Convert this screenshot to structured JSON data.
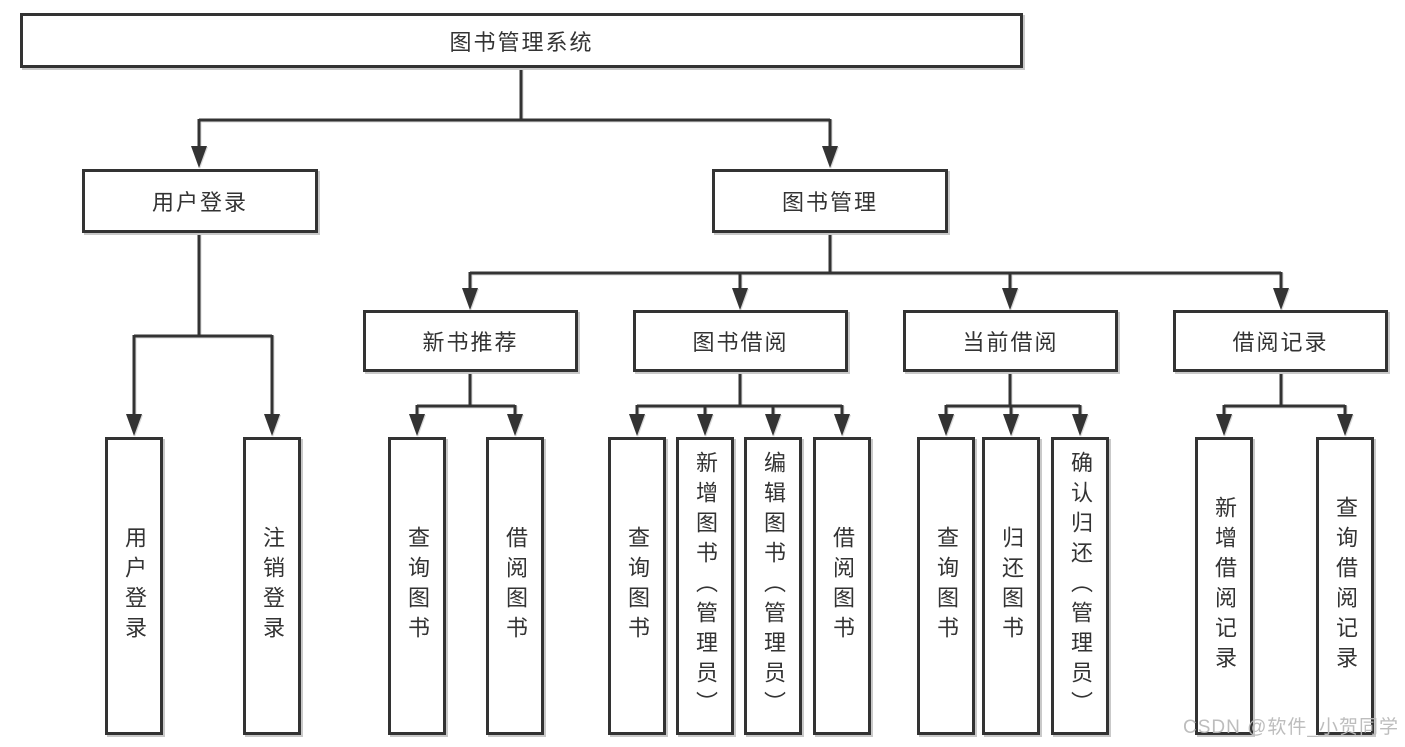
{
  "watermark": "CSDN @软件_小贺同学",
  "colors": {
    "line": "#333333",
    "text": "#333333",
    "watermark": "#b9b9b9",
    "background": "#ffffff"
  },
  "tree": {
    "root": {
      "label": "图书管理系统"
    },
    "branches": [
      {
        "label": "用户登录",
        "children": [
          {
            "label": "用户登录"
          },
          {
            "label": "注销登录"
          }
        ]
      },
      {
        "label": "图书管理",
        "groups": [
          {
            "label": "新书推荐",
            "children": [
              {
                "label": "查询图书"
              },
              {
                "label": "借阅图书"
              }
            ]
          },
          {
            "label": "图书借阅",
            "children": [
              {
                "label": "查询图书"
              },
              {
                "label": "新增图书（管理员）"
              },
              {
                "label": "编辑图书（管理员）"
              },
              {
                "label": "借阅图书"
              }
            ]
          },
          {
            "label": "当前借阅",
            "children": [
              {
                "label": "查询图书"
              },
              {
                "label": "归还图书"
              },
              {
                "label": "确认归还（管理员）"
              }
            ]
          },
          {
            "label": "借阅记录",
            "children": [
              {
                "label": "新增借阅记录"
              },
              {
                "label": "查询借阅记录"
              }
            ]
          }
        ]
      }
    ]
  }
}
